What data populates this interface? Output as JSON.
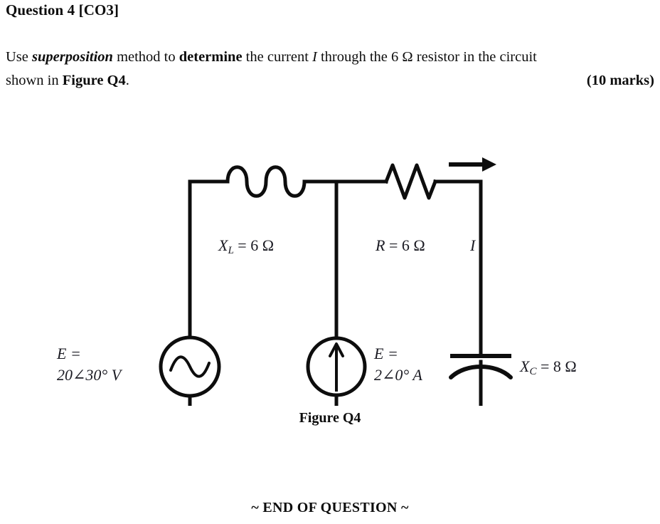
{
  "document": {
    "question_title": "Question 4 [CO3]",
    "body_line1_parts": {
      "t1": "Use ",
      "emph_superposition": "superposition",
      "t2": " method to ",
      "emph_determine": "determine",
      "t3": " the current ",
      "var_I": "I",
      "t4": " through the 6 Ω resistor in the circuit"
    },
    "body_line2_parts": {
      "t1": "shown in ",
      "emph_figure": "Figure Q4",
      "t2": "."
    },
    "marks": "(10 marks)",
    "figure_caption": "Figure Q4",
    "end_note": "~ END OF QUESTION ~"
  },
  "circuit": {
    "labels": {
      "inductor": {
        "symbol": "X",
        "subscript": "L",
        "value": "= 6 Ω",
        "full": "X_L = 6 Ω"
      },
      "resistor": {
        "symbol": "R",
        "subscript": "",
        "value": "= 6 Ω",
        "full": "R = 6 Ω"
      },
      "current": {
        "symbol": "I",
        "full": "I"
      },
      "voltage_source": {
        "line1": "E =",
        "line2": "20∠30° V",
        "magnitude": "20",
        "angle": "30°",
        "unit": "V"
      },
      "current_source": {
        "line1": "E =",
        "line2": "2∠0° A",
        "magnitude": "2",
        "angle": "0°",
        "unit": "A"
      },
      "capacitor": {
        "symbol": "X",
        "subscript": "C",
        "value": "= 8 Ω",
        "full": "X_C = 8 Ω"
      }
    },
    "components": [
      {
        "name": "ac-voltage-source",
        "type": "ac-source",
        "label": "E = 20∠30° V"
      },
      {
        "name": "inductor",
        "type": "inductor",
        "label": "X_L = 6 Ω"
      },
      {
        "name": "current-source",
        "type": "current-source",
        "label": "E = 2∠0° A"
      },
      {
        "name": "resistor",
        "type": "resistor",
        "label": "R = 6 Ω"
      },
      {
        "name": "capacitor",
        "type": "capacitor",
        "label": "X_C = 8 Ω"
      },
      {
        "name": "ground",
        "type": "ground",
        "label": ""
      }
    ],
    "colors": {
      "ink": "#0d0d0d",
      "label_ink": "#1a1a22",
      "background": "#ffffff"
    }
  }
}
